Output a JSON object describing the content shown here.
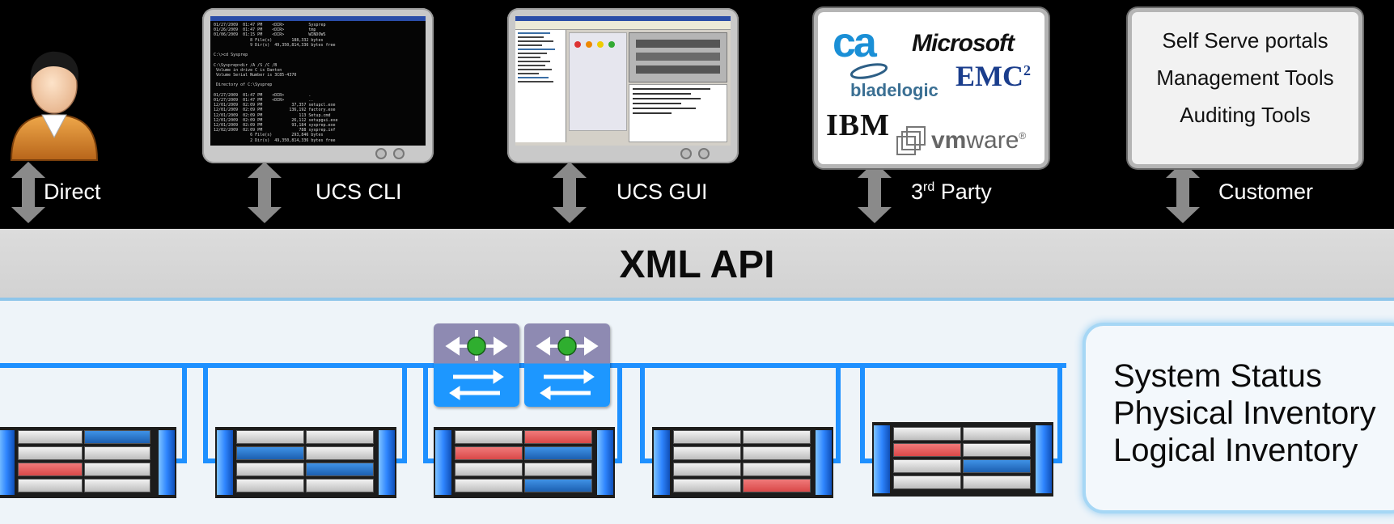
{
  "access_methods": [
    {
      "id": "direct",
      "label": "Direct"
    },
    {
      "id": "cli",
      "label": "UCS CLI"
    },
    {
      "id": "gui",
      "label": "UCS GUI"
    },
    {
      "id": "third_party",
      "label_main": "3",
      "label_sup": "rd",
      "label_tail": " Party"
    },
    {
      "id": "customer",
      "label": "Customer"
    }
  ],
  "vendors": {
    "ca": "ca",
    "microsoft": "Microsoft",
    "emc": "EMC",
    "emc_sup": "2",
    "bladelogic": "bladelogic",
    "ibm": "IBM",
    "vmware_vm": "vm",
    "vmware_ware": "ware",
    "vmware_reg": "®"
  },
  "customer_tools": [
    "Self Serve portals",
    "Management Tools",
    "Auditing Tools"
  ],
  "xml_api": {
    "title": "XML API"
  },
  "status_panel": [
    "System Status",
    "Physical Inventory",
    "Logical Inventory"
  ],
  "colors": {
    "background": "#000000",
    "api_band": "#d6d6d6",
    "bottom_band": "#eef4f9",
    "bus_blue": "#1e90ff",
    "blade_blue": "#1c5fb0",
    "blade_red": "#d94848",
    "arrow_gray": "#8a8a8a"
  },
  "icons": {
    "person": "user-icon",
    "arrow": "double-arrow-icon",
    "fabric": "fabric-interconnect-icon",
    "chassis": "blade-chassis-icon"
  }
}
